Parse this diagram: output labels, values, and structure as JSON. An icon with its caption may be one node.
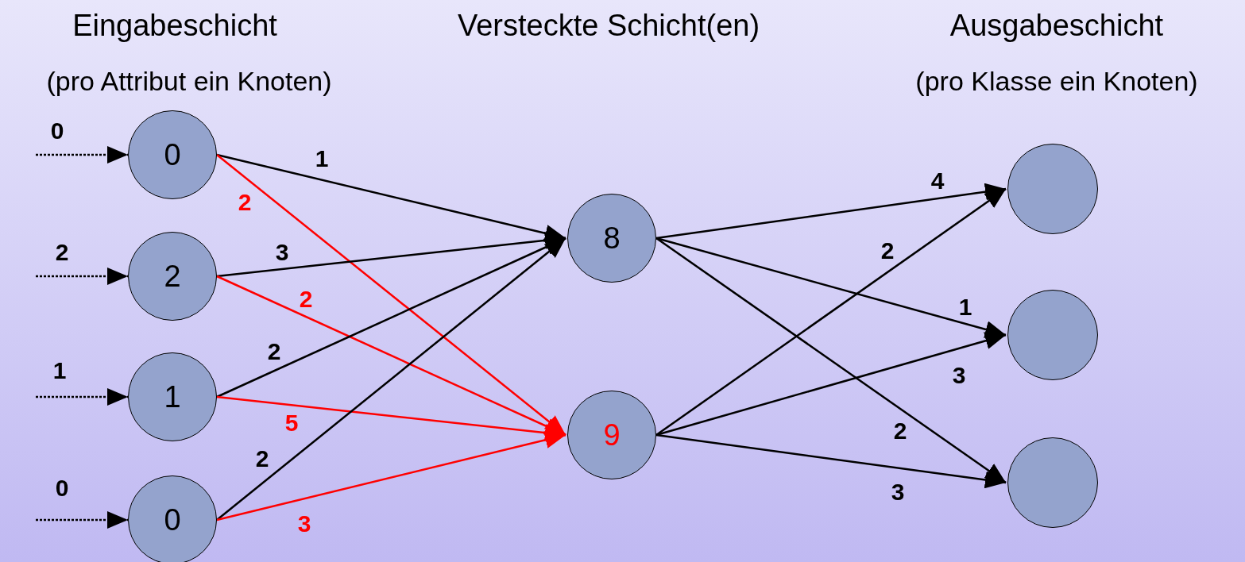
{
  "diagram": {
    "nodes": [
      {
        "text": [
          "0"
        ]
      },
      {
        "text": [
          "2"
        ]
      },
      {
        "text": [
          "1"
        ]
      },
      {
        "text": [
          "0"
        ]
      },
      {
        "text": [
          "8"
        ]
      },
      {
        "text": [
          "9"
        ]
      },
      {
        "text": [],
        "shape": "circle"
      },
      {
        "text": [],
        "shape": "circle"
      },
      {
        "text": [],
        "shape": "circle"
      }
    ],
    "edges": [
      {
        "from": null,
        "to": 0,
        "arrow": "to",
        "label": "0",
        "style": "dashed"
      },
      {
        "from": null,
        "to": 1,
        "arrow": "to",
        "label": "2",
        "style": "dashed"
      },
      {
        "from": null,
        "to": 2,
        "arrow": "to",
        "label": "1",
        "style": "dashed"
      },
      {
        "from": null,
        "to": 3,
        "arrow": "to",
        "label": "0",
        "style": "dashed"
      },
      {
        "from": 0,
        "to": 4,
        "arrow": "to",
        "label": "1"
      },
      {
        "from": 0,
        "to": 5,
        "arrow": "to",
        "label": "2",
        "color": "#ff0000"
      },
      {
        "from": 1,
        "to": 4,
        "arrow": "to",
        "label": "3"
      },
      {
        "from": 1,
        "to": 5,
        "arrow": "to",
        "label": "2",
        "color": "#ff0000"
      },
      {
        "from": 2,
        "to": 4,
        "arrow": "to",
        "label": "2"
      },
      {
        "from": 2,
        "to": 5,
        "arrow": "to",
        "label": "5",
        "color": "#ff0000"
      },
      {
        "from": 3,
        "to": 4,
        "arrow": "to",
        "label": "2"
      },
      {
        "from": 3,
        "to": 5,
        "arrow": "to",
        "label": "3",
        "color": "#ff0000"
      },
      {
        "from": 4,
        "to": 6,
        "arrow": "to",
        "label": "4"
      },
      {
        "from": 4,
        "to": 7,
        "arrow": "to",
        "label": "1"
      },
      {
        "from": 4,
        "to": 8,
        "arrow": "to",
        "label": "2"
      },
      {
        "from": 5,
        "to": 6,
        "arrow": "to",
        "label": "2"
      },
      {
        "from": 5,
        "to": 7,
        "arrow": "to",
        "label": "3"
      },
      {
        "from": 5,
        "to": 8,
        "arrow": "to",
        "label": "3"
      }
    ],
    "labels": [
      "Eingabeschicht",
      "Versteckte Schicht(en)",
      "Ausgabeschicht",
      "(pro Attribut ein Knoten)",
      "(pro Klasse ein Knoten)"
    ]
  }
}
